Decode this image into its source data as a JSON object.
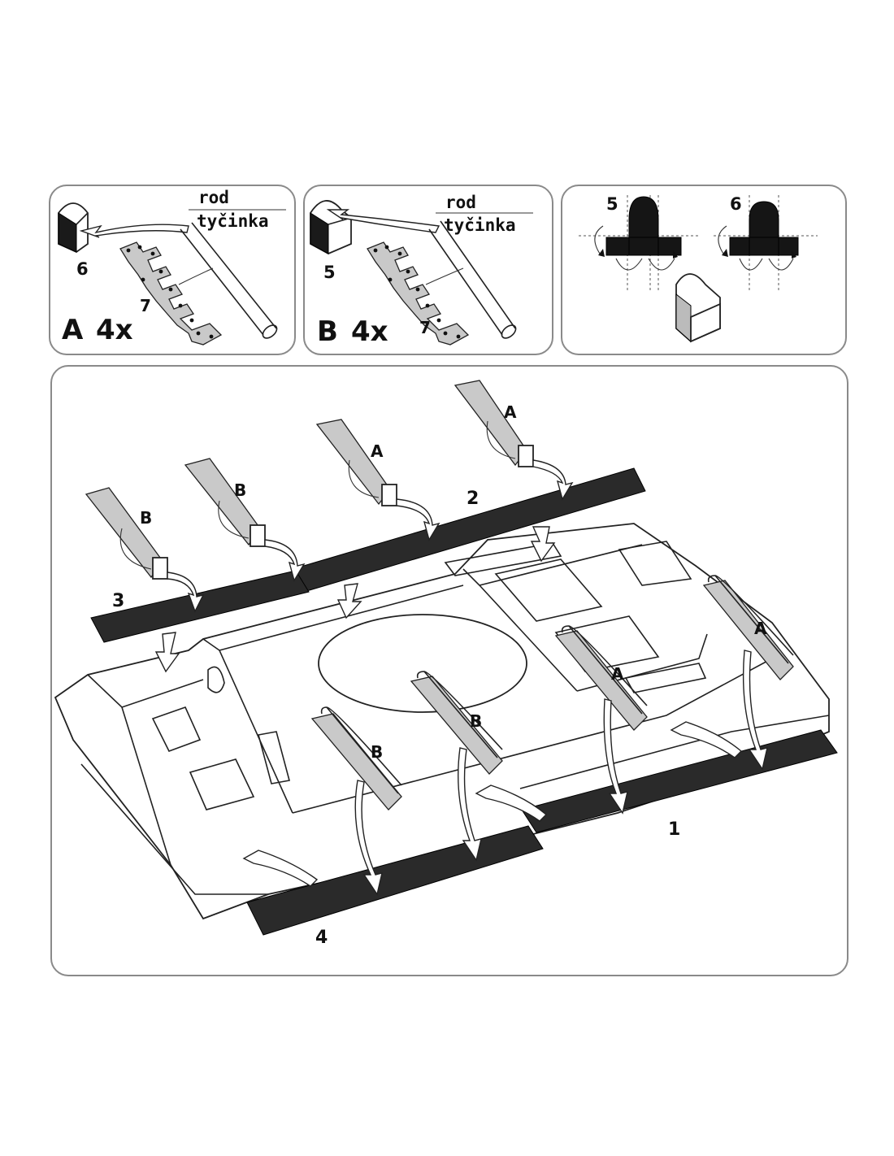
{
  "panelA": {
    "rod": "rod",
    "tycinka": "tyčinka",
    "part_box": "6",
    "part_plate": "7",
    "assembly": "A",
    "count": "4x"
  },
  "panelB": {
    "rod": "rod",
    "tycinka": "tyčinka",
    "part_box": "5",
    "part_plate": "7",
    "assembly": "B",
    "count": "4x"
  },
  "panelC": {
    "part_left": "5",
    "part_right": "6"
  },
  "main": {
    "track_1": "1",
    "track_2": "2",
    "track_3": "3",
    "track_4": "4",
    "labels": [
      "B",
      "B",
      "A",
      "A",
      "B",
      "B",
      "A",
      "A"
    ]
  }
}
